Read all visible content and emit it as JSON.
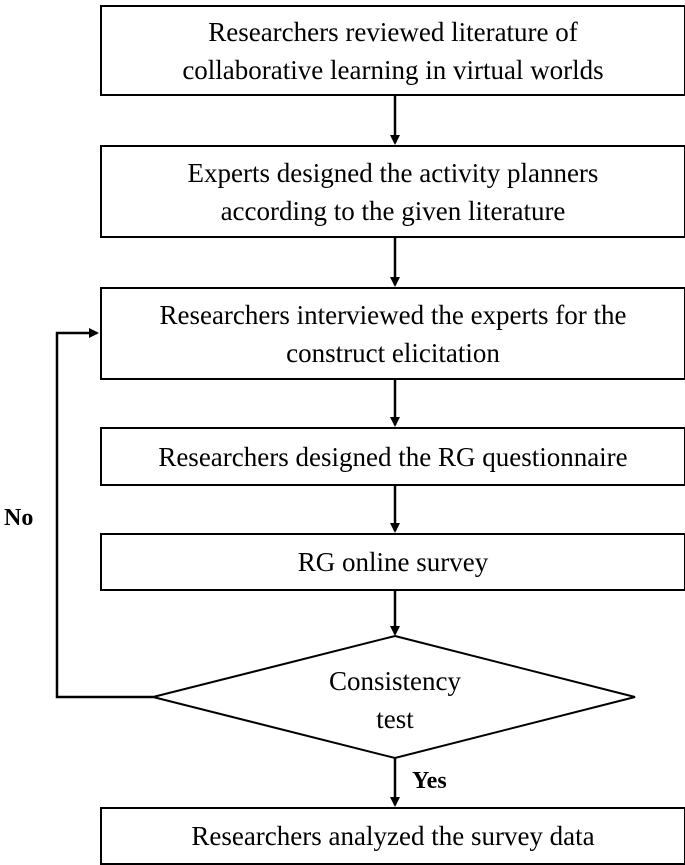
{
  "steps": [
    {
      "lines": [
        "Researchers reviewed literature of",
        "collaborative learning in virtual worlds"
      ]
    },
    {
      "lines": [
        "Experts designed the activity planners",
        "according to the given literature"
      ]
    },
    {
      "lines": [
        "Researchers interviewed the experts for the",
        "construct elicitation"
      ]
    },
    {
      "lines": [
        "Researchers designed the RG questionnaire"
      ]
    },
    {
      "lines": [
        "RG online survey"
      ]
    }
  ],
  "decision": {
    "lines": [
      "Consistency",
      "test"
    ]
  },
  "final_step": {
    "lines": [
      "Researchers analyzed the survey data"
    ]
  },
  "labels": {
    "no": "No",
    "yes": "Yes"
  }
}
